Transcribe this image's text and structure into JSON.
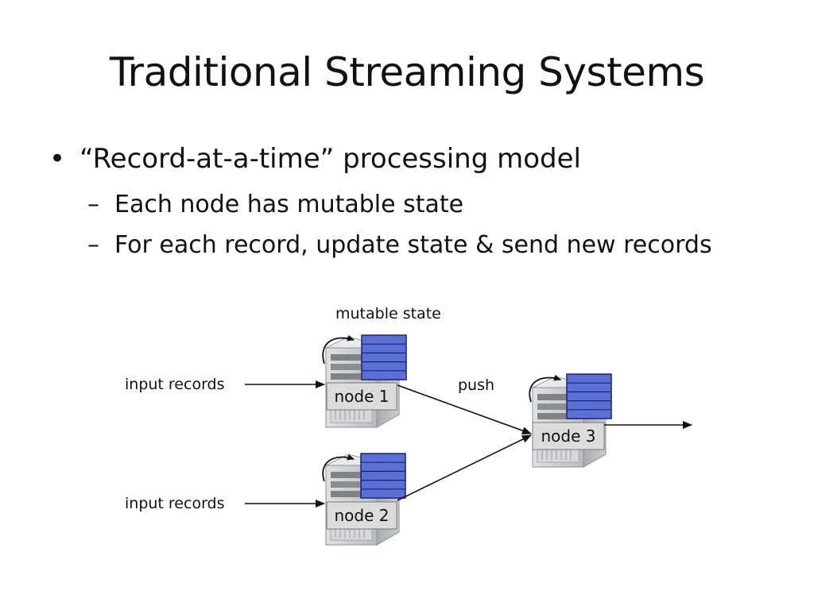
{
  "slide": {
    "title": "Traditional Streaming Systems",
    "bullet_marker": "•",
    "bullet": "“Record-at-a-time” processing model",
    "sub_marker": "–",
    "subbullets": [
      "Each node has mutable state",
      "For each record, update state & send new records"
    ]
  },
  "diagram": {
    "state_label": "mutable state",
    "input_label_1": "input records",
    "input_label_2": "input records",
    "push_label": "push",
    "nodes": [
      "node 1",
      "node 2",
      "node 3"
    ],
    "colors": {
      "state": "#5b6fd6",
      "state_stroke": "#1b2470",
      "server": "#c9cccf",
      "arrow": "#111111"
    }
  }
}
